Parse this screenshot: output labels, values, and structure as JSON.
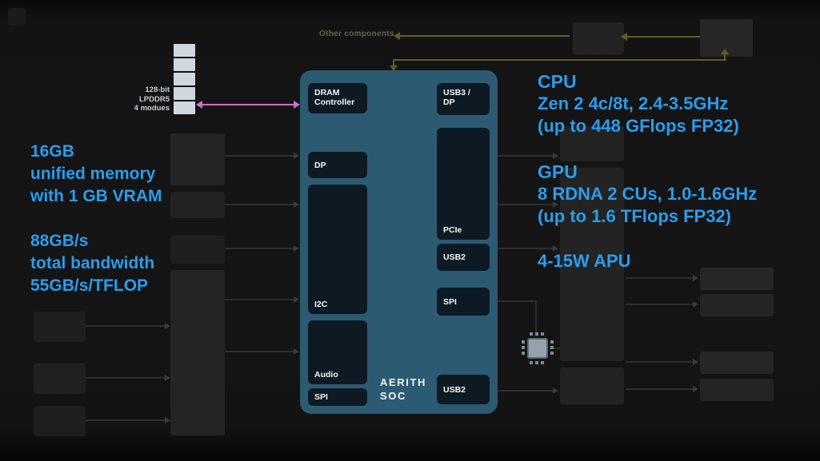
{
  "colors": {
    "accent": "#2b9ced",
    "pink": "#cb70cf",
    "olive": "#5e5e25",
    "soc": "#2d5a73",
    "soc_block": "#0d1a24",
    "module": "#cfd8de",
    "line": "#2e2e2e",
    "bg_block": "#212121"
  },
  "background": {
    "other_components_label": "Other components"
  },
  "memory": {
    "label_lines": [
      "128-bit",
      "LPDDR5",
      "4 modues"
    ],
    "module_count": 5
  },
  "left_notes": {
    "memory_lines": [
      "16GB",
      "unified memory",
      "with 1 GB VRAM"
    ],
    "bandwidth_lines": [
      "88GB/s",
      "total bandwidth",
      "55GB/s/TFLOP"
    ]
  },
  "soc": {
    "title_lines": [
      "AERITH",
      "SOC"
    ],
    "left_blocks": {
      "dram": "DRAM Controller",
      "dp": "DP",
      "i2c": "I2C",
      "audio": "Audio",
      "spi": "SPI"
    },
    "right_blocks": {
      "usb3dp_line1": "USB3 /",
      "usb3dp_line2": "DP",
      "pcie": "PCIe",
      "usb2_top": "USB2",
      "spi": "SPI",
      "usb2_bottom": "USB2"
    }
  },
  "right_notes": {
    "cpu_heading": "CPU",
    "cpu_lines": [
      "Zen 2 4c/8t, 2.4-3.5GHz",
      "(up to 448 GFlops FP32)"
    ],
    "gpu_heading": "GPU",
    "gpu_lines": [
      "8 RDNA 2 CUs, 1.0-1.6GHz",
      "(up to 1.6 TFlops FP32)"
    ],
    "power": "4-15W APU"
  }
}
